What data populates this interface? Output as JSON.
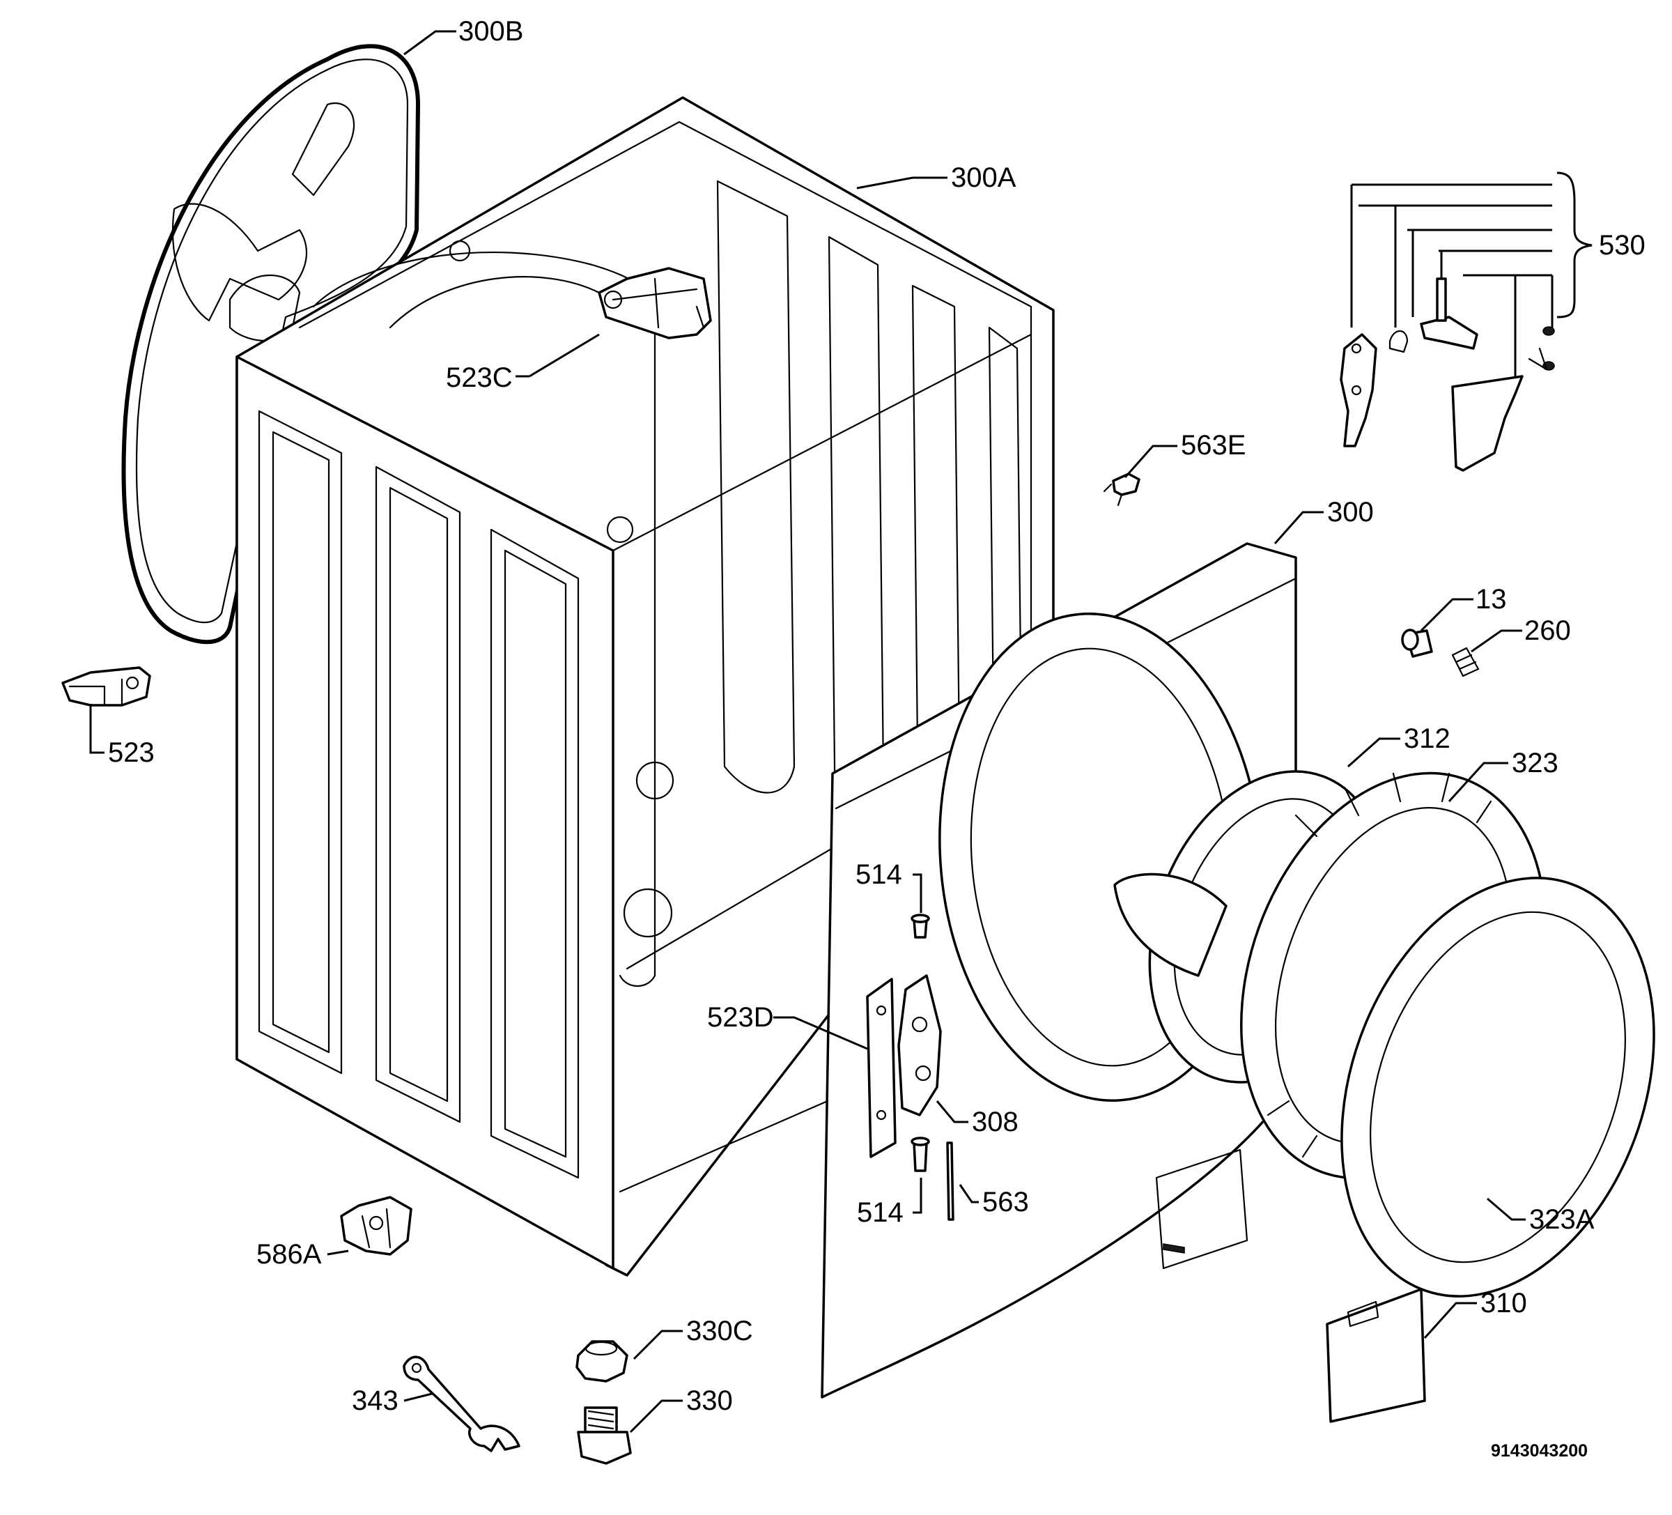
{
  "callouts": {
    "c300B": "300B",
    "c300A": "300A",
    "c530": "530",
    "c523C": "523C",
    "c563E": "563E",
    "c300": "300",
    "c13": "13",
    "c260": "260",
    "c523": "523",
    "c312": "312",
    "c323": "323",
    "c514a": "514",
    "c523D": "523D",
    "c308": "308",
    "c514b": "514",
    "c563": "563",
    "c323A": "323A",
    "c586A": "586A",
    "c310": "310",
    "c330C": "330C",
    "c343": "343",
    "c330": "330"
  },
  "document_number": "9143043200"
}
